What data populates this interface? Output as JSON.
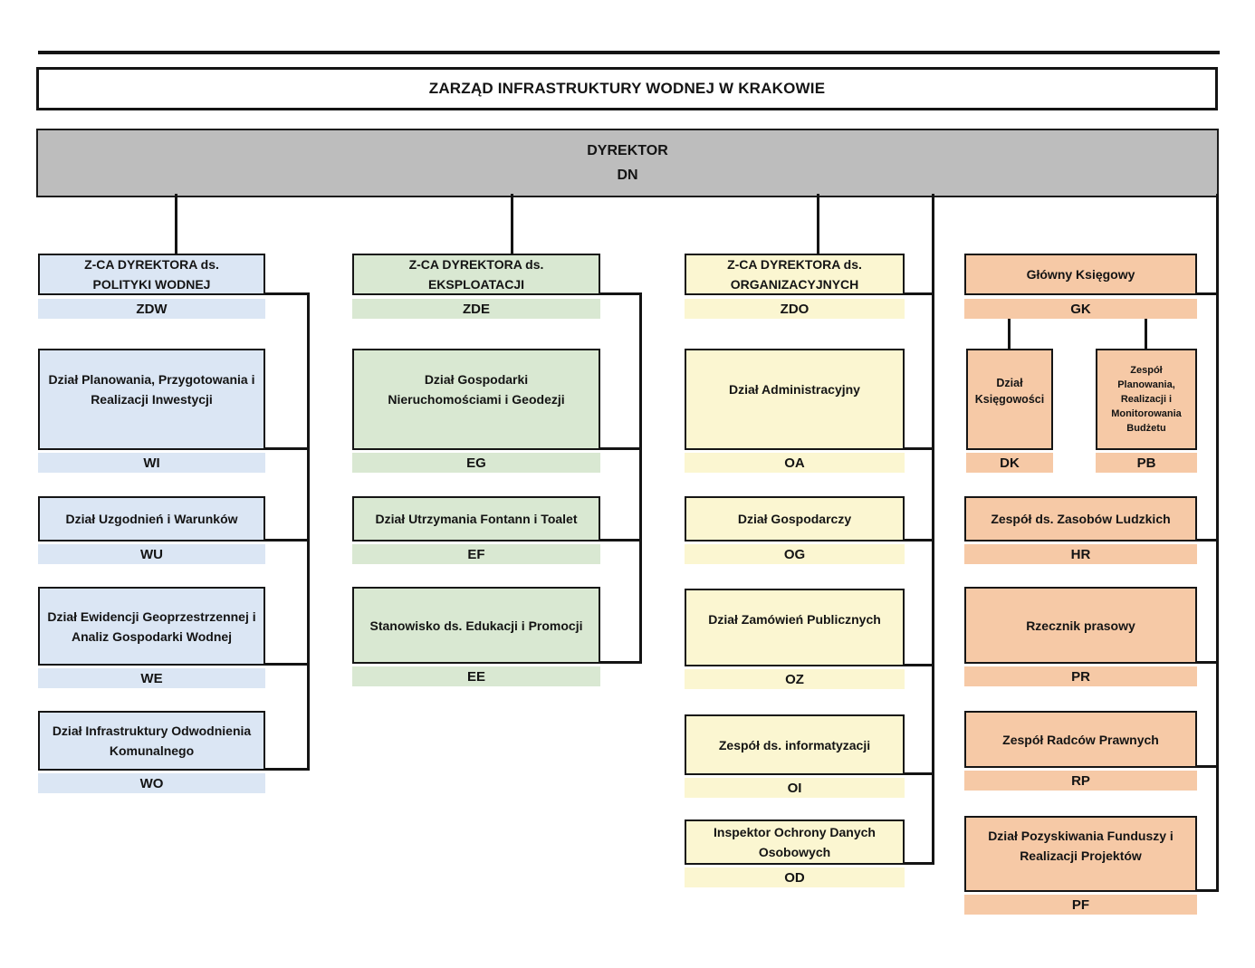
{
  "title": "ZARZĄD INFRASTRUKTURY WODNEJ W KRAKOWIE",
  "director": {
    "name": "DYREKTOR",
    "code": "DN"
  },
  "palette": {
    "blue": "#dbe6f4",
    "green": "#d9e8d2",
    "yellow": "#fbf6d1",
    "orange": "#f6c9a6",
    "director_gray": "#bdbdbd",
    "line": "#141414"
  },
  "columns": [
    {
      "id": "zdw",
      "header": {
        "line1": "Z-CA DYREKTORA ds.",
        "line2": "POLITYKI WODNEJ",
        "code": "ZDW"
      },
      "units": [
        {
          "name": "Dział Planowania, Przygotowania i Realizacji Inwestycji",
          "code": "WI"
        },
        {
          "name": "Dział Uzgodnień i Warunków",
          "code": "WU"
        },
        {
          "name": "Dział Ewidencji Geoprzestrzennej i Analiz Gospodarki Wodnej",
          "code": "WE"
        },
        {
          "name": "Dział Infrastruktury Odwodnienia Komunalnego",
          "code": "WO"
        }
      ]
    },
    {
      "id": "zde",
      "header": {
        "line1": "Z-CA DYREKTORA ds.",
        "line2": "EKSPLOATACJI",
        "code": "ZDE"
      },
      "units": [
        {
          "name": "Dział Gospodarki Nieruchomościami i Geodezji",
          "code": "EG"
        },
        {
          "name": "Dział Utrzymania Fontann i Toalet",
          "code": "EF"
        },
        {
          "name": "Stanowisko ds. Edukacji i Promocji",
          "code": "EE"
        }
      ]
    },
    {
      "id": "zdo",
      "header": {
        "line1": "Z-CA DYREKTORA ds.",
        "line2": "ORGANIZACYJNYCH",
        "code": "ZDO"
      },
      "units": [
        {
          "name": "Dział Administracyjny",
          "code": "OA"
        },
        {
          "name": "Dział Gospodarczy",
          "code": "OG"
        },
        {
          "name": "Dział Zamówień Publicznych",
          "code": "OZ"
        },
        {
          "name": "Zespół ds. informatyzacji",
          "code": "OI"
        },
        {
          "name": "Inspektor Ochrony Danych Osobowych",
          "code": "OD"
        }
      ]
    },
    {
      "id": "gk",
      "header": {
        "line1": "Główny Księgowy",
        "line2": "",
        "code": "GK"
      },
      "units": [
        {
          "name": "Dział Księgowości",
          "code": "DK"
        },
        {
          "name": "Zespół Planowania, Realizacji i Monitorowania Budżetu",
          "code": "PB"
        },
        {
          "name": "Zespół ds. Zasobów Ludzkich",
          "code": "HR"
        },
        {
          "name": "Rzecznik prasowy",
          "code": "PR"
        },
        {
          "name": "Zespół Radców Prawnych",
          "code": "RP"
        },
        {
          "name": "Dział Pozyskiwania Funduszy i Realizacji Projektów",
          "code": "PF"
        }
      ]
    }
  ]
}
